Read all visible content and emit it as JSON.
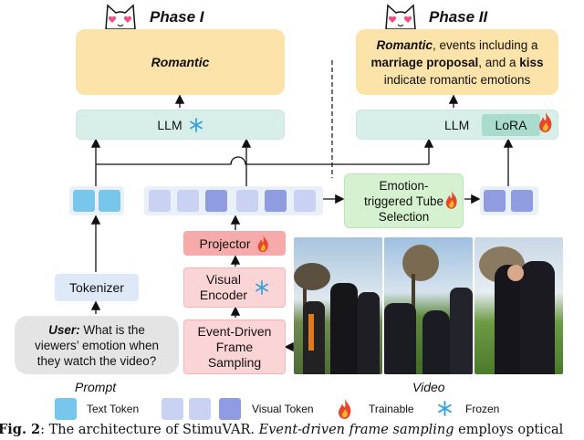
{
  "phases": {
    "one": "Phase I",
    "two": "Phase II"
  },
  "output": {
    "phase1_text": "Romantic",
    "phase2": {
      "w1": "Romantic",
      "t1": ", events including a",
      "w2": "marriage proposal",
      "t2": ", and a ",
      "w3": "kiss",
      "t3": "indicate romantic emotions"
    }
  },
  "llm": {
    "phase1_label": "LLM",
    "phase2_label": "LLM",
    "lora_label": "LoRA"
  },
  "modules": {
    "tokenizer": "Tokenizer",
    "projector": "Projector",
    "visual_encoder_l1": "Visual",
    "visual_encoder_l2": "Encoder",
    "sampling_l1": "Event-Driven",
    "sampling_l2": "Frame",
    "sampling_l3": "Sampling",
    "tube_l1": "Emotion-",
    "tube_l2": "triggered Tube",
    "tube_l3": "Selection"
  },
  "prompt_box": {
    "user_label": "User:",
    "l1": " What is the",
    "l2": "viewers’ emotion when",
    "l3": "they watch the video?"
  },
  "labels": {
    "prompt": "Prompt",
    "video": "Video"
  },
  "legend": {
    "text_token": "Text Token",
    "visual_token": "Visual Token",
    "trainable": "Trainable",
    "frozen": "Frozen"
  },
  "caption": {
    "prefix": "Fig. 2",
    "mid": ": The architecture of StimuVAR. ",
    "em": "Event-driven frame sampling",
    "suffix": " employs optical"
  },
  "icons": {
    "mascot": "cat-face-icon",
    "snowflake": "snowflake-icon",
    "fire": "fire-icon"
  },
  "colors": {
    "output": "#fbe3a9",
    "llm": "#d8efe9",
    "text_token": "#78c6ec",
    "visual_token_light": "#c9d2f3",
    "visual_token_dark": "#8f9ce0",
    "projector": "#f6aaaa",
    "encoder": "#fbd5d5",
    "tube": "#d5f1cf",
    "tokenizer": "#dde9f7",
    "prompt": "#e4e4e4"
  }
}
